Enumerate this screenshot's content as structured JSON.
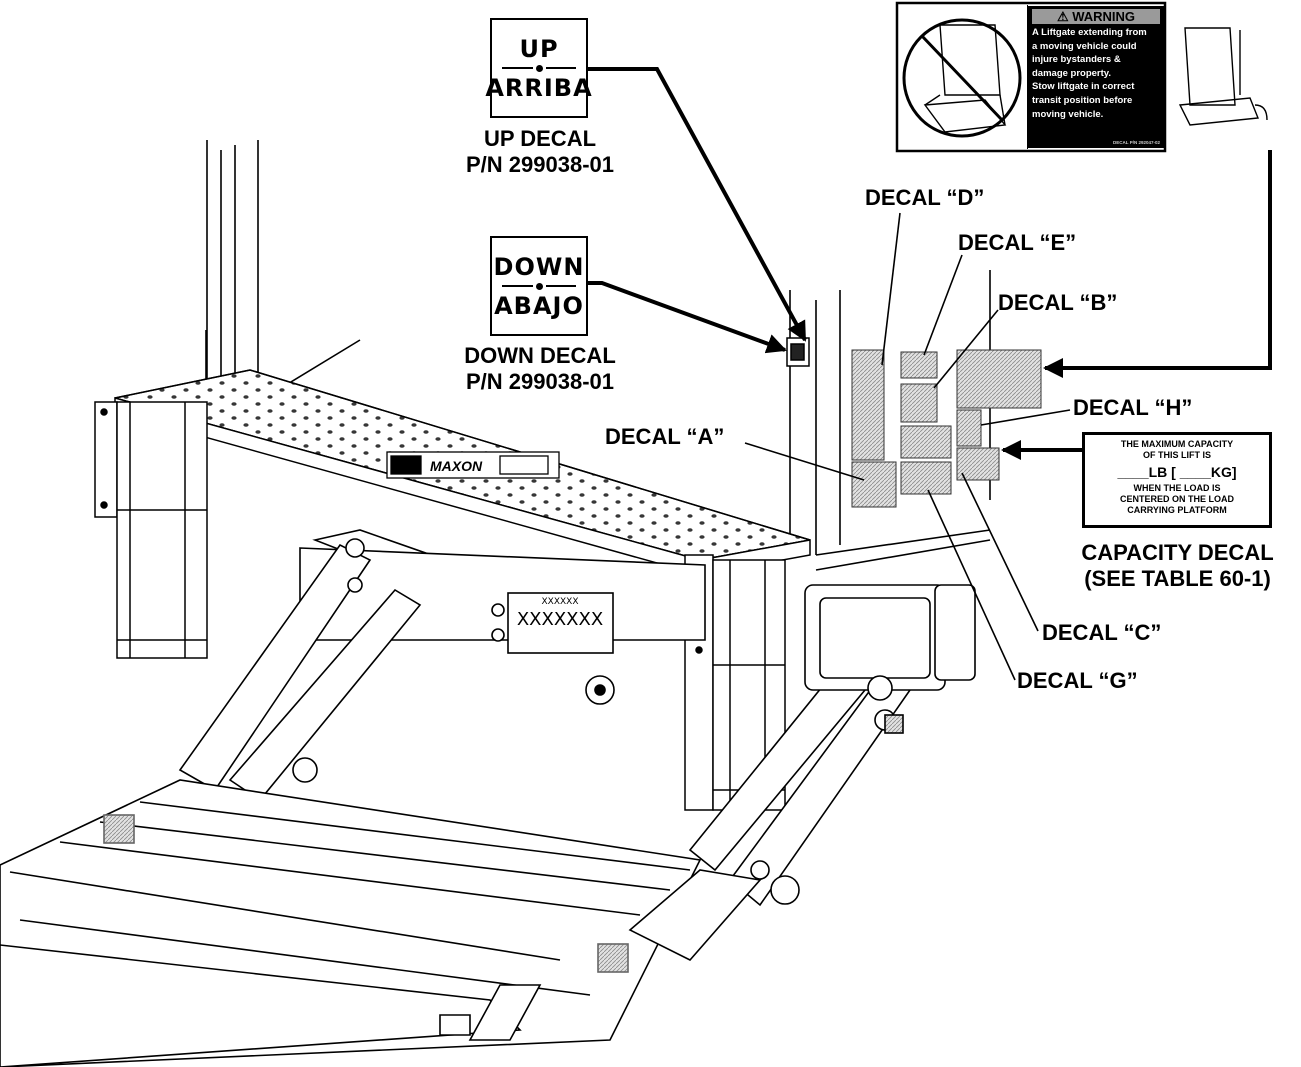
{
  "labels": {
    "up_decal": "UP DECAL",
    "up_pn": "P/N 299038-01",
    "down_decal": "DOWN DECAL",
    "down_pn": "P/N 299038-01",
    "decal_a": "DECAL “A”",
    "decal_b": "DECAL “B”",
    "decal_c": "DECAL “C”",
    "decal_d": "DECAL “D”",
    "decal_e": "DECAL “E”",
    "decal_g": "DECAL “G”",
    "decal_h": "DECAL “H”",
    "capacity_decal": "CAPACITY DECAL",
    "capacity_ref": "(SEE TABLE 60-1)"
  },
  "up_sign": {
    "top": "UP",
    "bottom": "ARRIBA"
  },
  "down_sign": {
    "top": "DOWN",
    "bottom": "ABAJO"
  },
  "warning_decal": {
    "header": "WARNING",
    "lines": [
      "A Liftgate extending from",
      "a moving vehicle could",
      "injure bystanders &",
      "damage property.",
      "Stow liftgate in correct",
      "transit position before",
      "moving vehicle."
    ],
    "part_number": "DECAL P/N 292047-02"
  },
  "capacity_sign": {
    "line1": "THE MAXIMUM CAPACITY",
    "line2": "OF THIS LIFT IS",
    "line3": "____LB  [ ____KG]",
    "line4": "WHEN THE LOAD IS",
    "line5": "CENTERED ON THE LOAD",
    "line6": "CARRYING PLATFORM"
  },
  "nameplate": {
    "brand": "MAXON",
    "model": "XXXXXXX",
    "plate_top": "XXXXXX",
    "plate_main": "XXXXXXX"
  },
  "colors": {
    "ink": "#000000",
    "decal_fill": "#c8c8c8",
    "warning_bg": "#000000",
    "warning_header": "#9a9a9a"
  }
}
